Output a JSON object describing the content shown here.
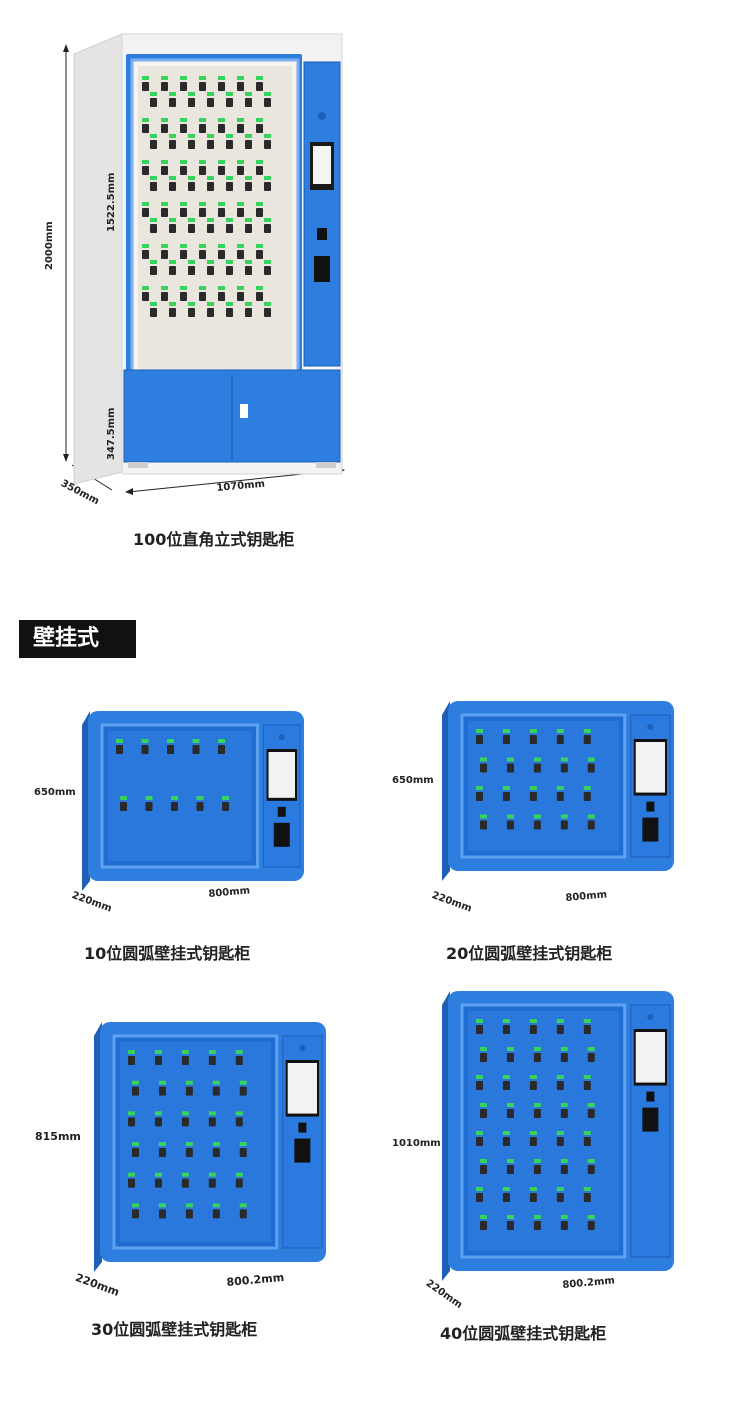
{
  "colors": {
    "cabinet_blue": "#2e7ee0",
    "cabinet_blue_dark": "#1f5fb8",
    "panel_back": "#e9e4da",
    "frame_white": "#f2f2f2",
    "key_green": "#37d35c",
    "section_tag_bg": "#111111"
  },
  "main_product": {
    "caption": "100位直角立式钥匙柜",
    "dim_height": "2000mm",
    "dim_upper": "1522.5mm",
    "dim_lower": "347.5mm",
    "dim_depth": "350mm",
    "dim_width": "1070mm"
  },
  "section_title": "壁挂式",
  "wall_products": [
    {
      "caption": "10位圆弧壁挂式钥匙柜",
      "dim_height": "650mm",
      "dim_depth": "220mm",
      "dim_width": "800mm"
    },
    {
      "caption": "20位圆弧壁挂式钥匙柜",
      "dim_height": "650mm",
      "dim_depth": "220mm",
      "dim_width": "800mm"
    },
    {
      "caption": "30位圆弧壁挂式钥匙柜",
      "dim_height": "815mm",
      "dim_depth": "220mm",
      "dim_width": "800.2mm"
    },
    {
      "caption": "40位圆弧壁挂式钥匙柜",
      "dim_height": "1010mm",
      "dim_depth": "220mm",
      "dim_width": "800.2mm"
    }
  ]
}
